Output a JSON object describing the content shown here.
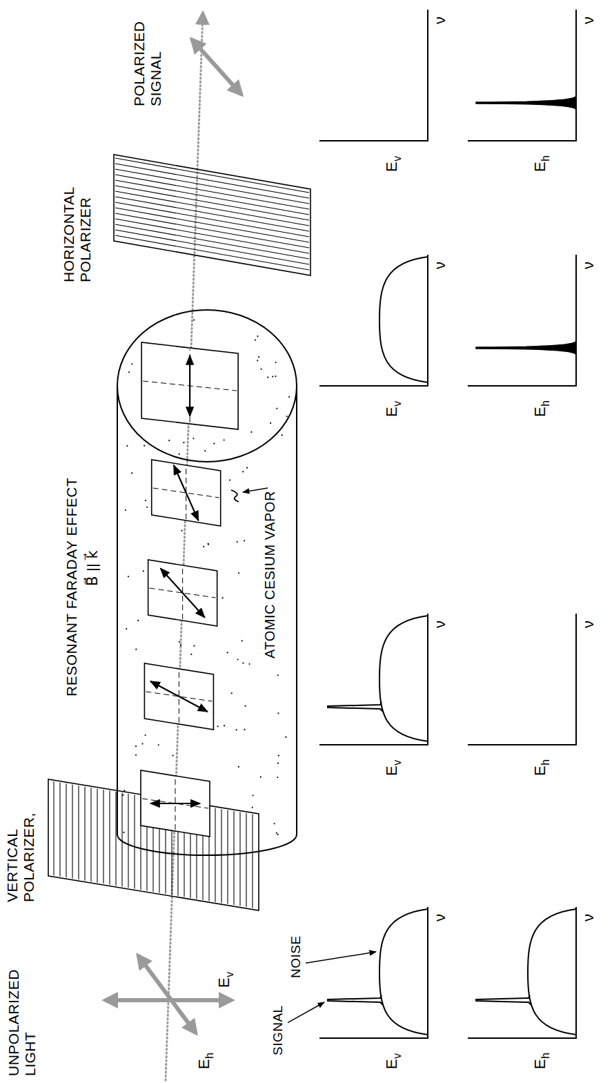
{
  "diagram": {
    "labels": [
      "UNPOLARIZED LIGHT",
      "Eh",
      "Ev",
      "VERTICAL POLARIZER,",
      "RESONANT FARADAY EFFECT",
      "B⃗ || k⃗",
      "ATOMIC CESIUM VAPOR",
      "HORIZONTAL POLARIZER",
      "POLARIZED SIGNAL",
      "SIGNAL",
      "NOISE",
      "Ev",
      "ν",
      "Eh",
      "ν",
      "Ev",
      "ν",
      "Eh",
      "ν",
      "Ev",
      "ν",
      "Eh",
      "ν",
      "Ev",
      "ν",
      "Eh",
      "ν"
    ]
  }
}
